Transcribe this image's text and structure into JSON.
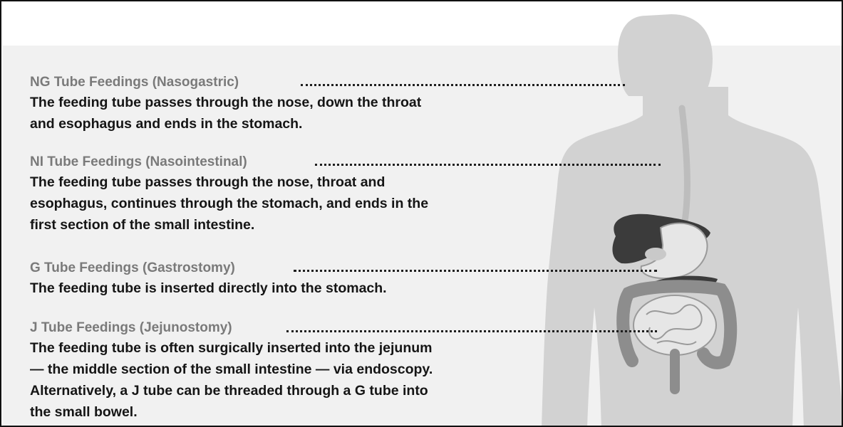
{
  "entries": [
    {
      "heading": "NG Tube Feedings (Nasogastric)",
      "lines": [
        "The feeding tube passes through the nose, down the throat",
        "and esophagus and ends in the stomach."
      ]
    },
    {
      "heading": "NI Tube Feedings (Nasointestinal)",
      "lines": [
        "The feeding tube passes through the nose, throat and",
        "esophagus, continues through the stomach, and ends in the",
        "first section of the small intestine."
      ]
    },
    {
      "heading": "G Tube Feedings (Gastrostomy)",
      "lines": [
        "The feeding tube is inserted directly into the stomach."
      ]
    },
    {
      "heading": "J Tube Feedings (Jejunostomy)",
      "lines": [
        "The feeding tube is often surgically inserted into the jejunum",
        "— the middle section of the small intestine — via endoscopy.",
        "Alternatively, a J tube can be threaded through a G tube into",
        "the small bowel."
      ]
    }
  ],
  "colors": {
    "body_silhouette": "#d2d2d2",
    "organ_dark": "#3b3b3b",
    "organ_light": "#e6e6e6",
    "intestine_mid": "#8d8d8d",
    "heading_text": "#7a7a7a",
    "description_text": "#151515"
  }
}
